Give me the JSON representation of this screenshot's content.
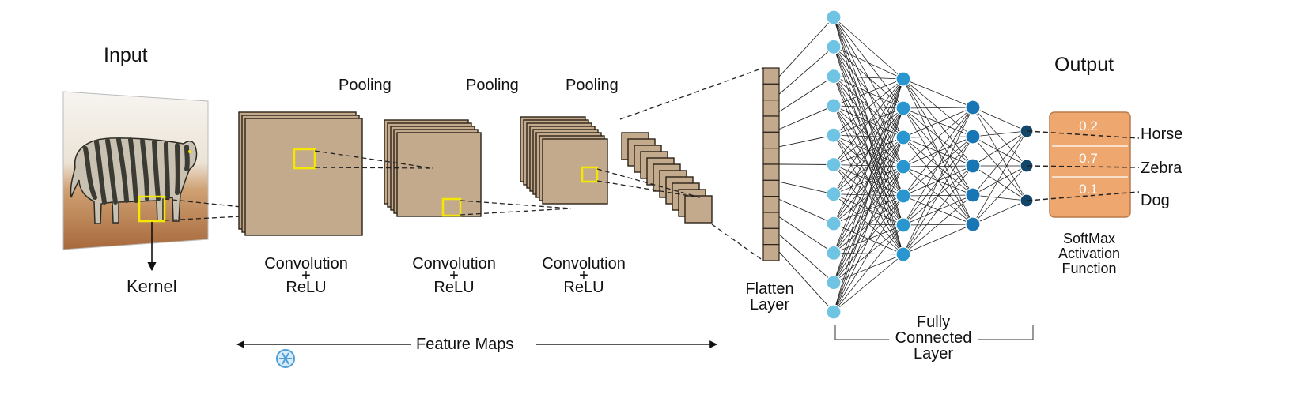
{
  "labels": {
    "input": "Input",
    "kernel": "Kernel",
    "output": "Output",
    "pooling_1": "Pooling",
    "pooling_2": "Pooling",
    "pooling_3": "Pooling",
    "conv_1": {
      "line1": "Convolution",
      "plus": "+",
      "line2": "ReLU"
    },
    "conv_2": {
      "line1": "Convolution",
      "plus": "+",
      "line2": "ReLU"
    },
    "conv_3": {
      "line1": "Convolution",
      "plus": "+",
      "line2": "ReLU"
    },
    "flatten": {
      "line1": "Flatten",
      "line2": "Layer"
    },
    "fully_connected": {
      "line1": "Fully",
      "line2": "Connected",
      "line3": "Layer"
    },
    "feature_maps": "Feature  Maps",
    "softmax": {
      "line1": "SoftMax",
      "line2": "Activation",
      "line3": "Function"
    }
  },
  "outputs": [
    {
      "class": "Horse",
      "probability": "0.2"
    },
    {
      "class": "Zebra",
      "probability": "0.7"
    },
    {
      "class": "Dog",
      "probability": "0.1"
    }
  ],
  "network": {
    "flatten_units": 12,
    "layer_sizes": [
      11,
      7,
      5,
      3
    ]
  },
  "colors": {
    "feature_map_fill": "#c3aa8d",
    "feature_map_edge": "#2c2118",
    "kernel_box": "#f5e800",
    "node_light": "#6fc3e3",
    "node_mid": "#2a96cf",
    "node_mid2": "#1776b3",
    "node_dark": "#13466b",
    "softmax_box": "#efa770",
    "softmax_edge": "#b97a48",
    "zebra_stripe": "#3b3b33",
    "ground": "#a9693d"
  },
  "icons": {
    "snowflake": "snowflake-icon"
  }
}
